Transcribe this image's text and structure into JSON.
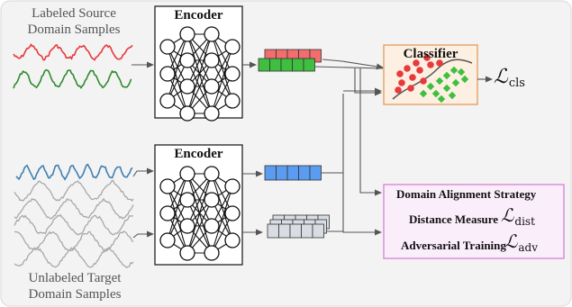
{
  "labels": {
    "source_line1": "Labeled Source",
    "source_line2": "Domain Samples",
    "target_line1": "Unlabeled Target",
    "target_line2": "Domain Samples"
  },
  "encoder_top": {
    "title": "Encoder"
  },
  "encoder_bottom": {
    "title": "Encoder"
  },
  "classifier": {
    "title": "Classifier"
  },
  "loss_cls": {
    "symbol": "ℒ",
    "subscript": "cls"
  },
  "alignment": {
    "title": "Domain Alignment Strategy",
    "distance_label": "Distance Measure",
    "distance_loss": {
      "symbol": "ℒ",
      "subscript": "dist"
    },
    "adversarial_label": "Adversarial Training",
    "adversarial_loss": {
      "symbol": "ℒ",
      "subscript": "adv"
    }
  },
  "colors": {
    "background_panel": "#f3f3f3",
    "source_red": "#e8393c",
    "source_green": "#2e8b2e",
    "target_blue": "#3f7fb0",
    "target_gray": "#a8a8a8",
    "feature_red": "#f26d6d",
    "feature_green": "#3fbf3f",
    "feature_blue": "#5b9cf0",
    "feature_gray": "#d9dde3",
    "classifier_fill": "#fdf0e3",
    "classifier_border": "#e39b5a",
    "alignment_fill": "#fbeefb",
    "alignment_border": "#d77fd7",
    "arrow": "#555555"
  }
}
